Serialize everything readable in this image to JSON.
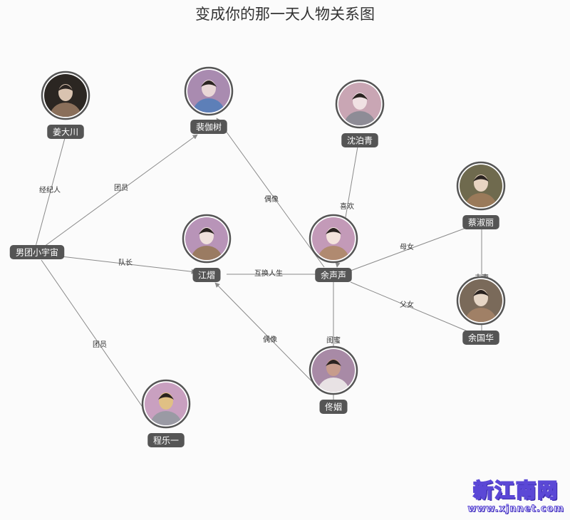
{
  "title": "变成你的那一天人物关系图",
  "watermark": {
    "main": "新江南网",
    "url": "www.xjnnet.com"
  },
  "nodes": [
    {
      "id": "jiang_dachuan",
      "label": "姜大川",
      "avatar": true,
      "colors": [
        "#2b2622",
        "#8a6f5a",
        "#d9c3b0"
      ]
    },
    {
      "id": "pei_jiashu",
      "label": "裴伽树",
      "avatar": true,
      "colors": [
        "#a98bb0",
        "#5d7fb8",
        "#e9d6d6"
      ]
    },
    {
      "id": "shen_boqing",
      "label": "沈泊青",
      "avatar": true,
      "colors": [
        "#c9a6b4",
        "#8e8c96",
        "#f0e1e3"
      ]
    },
    {
      "id": "cai_shuli",
      "label": "蔡淑丽",
      "avatar": true,
      "colors": [
        "#6f6a4e",
        "#9a7a5a",
        "#e8d4c2"
      ]
    },
    {
      "id": "boy_group",
      "label": "男团小宇宙",
      "avatar": false
    },
    {
      "id": "jiang_yao",
      "label": "江熠",
      "avatar": true,
      "colors": [
        "#b894b8",
        "#9a7b62",
        "#efe0dc"
      ]
    },
    {
      "id": "yu_shengsheng",
      "label": "余声声",
      "avatar": true,
      "colors": [
        "#c39ab8",
        "#b08a70",
        "#f3e3dc"
      ]
    },
    {
      "id": "yu_guohua",
      "label": "余国华",
      "avatar": true,
      "colors": [
        "#7a6a5a",
        "#a08066",
        "#e6d6c6"
      ]
    },
    {
      "id": "tong_yin",
      "label": "佟姻",
      "avatar": true,
      "colors": [
        "#a88aa6",
        "#e8e2e4",
        "#c79c8c"
      ]
    },
    {
      "id": "cheng_leyi",
      "label": "程乐一",
      "avatar": true,
      "colors": [
        "#c9a0c0",
        "#9a9aa4",
        "#e0c084"
      ]
    }
  ],
  "edges": [
    {
      "source": "jiang_dachuan",
      "target": "boy_group",
      "label": "经纪人",
      "arrow": false
    },
    {
      "source": "boy_group",
      "target": "pei_jiashu",
      "label": "团员",
      "arrow": true
    },
    {
      "source": "boy_group",
      "target": "jiang_yao",
      "label": "队长",
      "arrow": true
    },
    {
      "source": "boy_group",
      "target": "cheng_leyi",
      "label": "团员",
      "arrow": true
    },
    {
      "source": "yu_shengsheng",
      "target": "pei_jiashu",
      "label": "偶像",
      "arrow": true
    },
    {
      "source": "shen_boqing",
      "target": "yu_shengsheng",
      "label": "喜欢",
      "arrow": true
    },
    {
      "source": "yu_shengsheng",
      "target": "jiang_yao",
      "label": "互换人生",
      "arrow": false
    },
    {
      "source": "cai_shuli",
      "target": "yu_shengsheng",
      "label": "母女",
      "arrow": false
    },
    {
      "source": "yu_guohua",
      "target": "yu_shengsheng",
      "label": "父女",
      "arrow": false
    },
    {
      "source": "cai_shuli",
      "target": "yu_guohua",
      "label": "夫妻",
      "arrow": false
    },
    {
      "source": "tong_yin",
      "target": "yu_shengsheng",
      "label": "闺蜜",
      "arrow": false
    },
    {
      "source": "tong_yin",
      "target": "jiang_yao",
      "label": "偶像",
      "arrow": true
    }
  ]
}
